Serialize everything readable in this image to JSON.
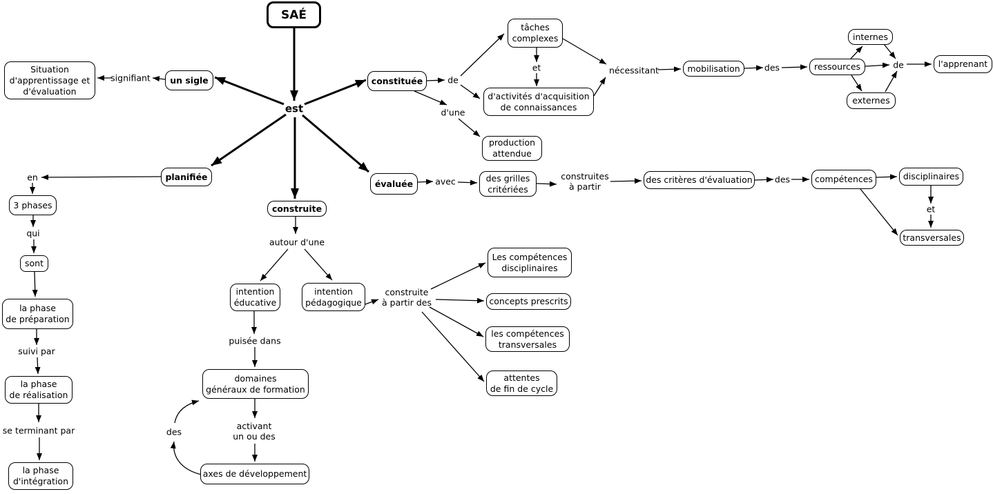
{
  "diagram": {
    "title": "SAÉ",
    "nodes": {
      "sae": "SAÉ",
      "situation": "Situation\nd'apprentissage et\nd'évaluation",
      "un_sigle": "un sigle",
      "constituee": "constituée",
      "taches_complexes": "tâches\ncomplexes",
      "activites": "d'activités d'acquisition\nde connaissances",
      "production": "production\nattendue",
      "mobilisation": "mobilisation",
      "ressources": "ressources",
      "internes": "internes",
      "externes": "externes",
      "apprenant": "l'apprenant",
      "evaluee": "évaluée",
      "grilles": "des grilles\ncritériées",
      "criteres": "des critères d'évaluation",
      "competences": "compétences",
      "disciplinaires": "disciplinaires",
      "transversales": "transversales",
      "planifiee": "planifiée",
      "trois_phases": "3 phases",
      "sont": "sont",
      "phase_preparation": "la phase\nde préparation",
      "phase_realisation": "la phase\nde réalisation",
      "phase_integration": "la phase\nd'intégration",
      "construite": "construite",
      "intention_educative": "intention\néducative",
      "intention_pedagogique": "intention\npédagogique",
      "domaines": "domaines\ngénéraux de formation",
      "axes": "axes de développement",
      "comp_disciplinaires": "Les compétences\ndisciplinaires",
      "concepts_prescrits": "concepts prescrits",
      "comp_transversales": "les compétences\ntransversales",
      "attentes": "attentes\nde fin de cycle"
    },
    "link_labels": {
      "est": "est",
      "signifiant": "signifiant",
      "de_constituee": "de",
      "d_une": "d'une",
      "et_taches": "et",
      "necessitant": "nécessitant",
      "des_mobilisation": "des",
      "de_ressources": "de",
      "avec": "avec",
      "construites_a_partir": "construites\nà partir",
      "des_criteres": "des",
      "et_disciplinaires": "et",
      "en": "en",
      "qui": "qui",
      "suivi_par": "suivi par",
      "se_terminant_par": "se terminant par",
      "autour_d_une": "autour d'une",
      "puisee_dans": "puisée dans",
      "activant": "activant\nun ou des",
      "des_axes": "des",
      "construite_a_partir_des": "construite\nà partir des"
    },
    "colors": {
      "ink": "#000000",
      "background": "#ffffff"
    }
  }
}
